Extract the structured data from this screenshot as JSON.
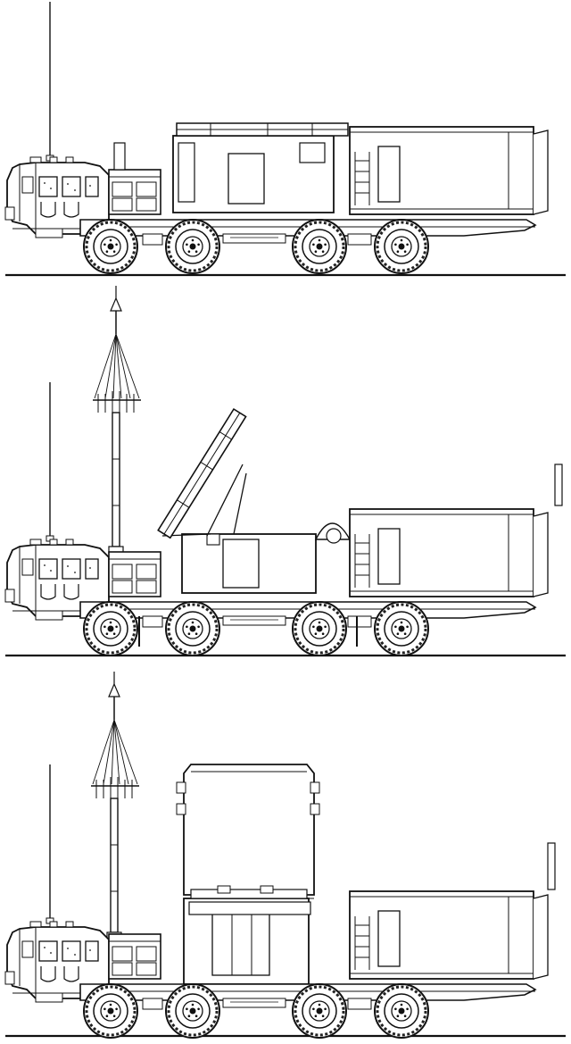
{
  "image": {
    "background": "#ffffff",
    "ink": "#111111",
    "wheel_tread": "#222222"
  },
  "views": [
    {
      "id": "view-transport",
      "state": "antenna stowed, radar folded",
      "axles": 4
    },
    {
      "id": "view-deploying",
      "state": "mast erected, radar unfolding",
      "axles": 4
    },
    {
      "id": "view-deployed",
      "state": "mast erected, radar cabin raised",
      "axles": 4
    }
  ]
}
